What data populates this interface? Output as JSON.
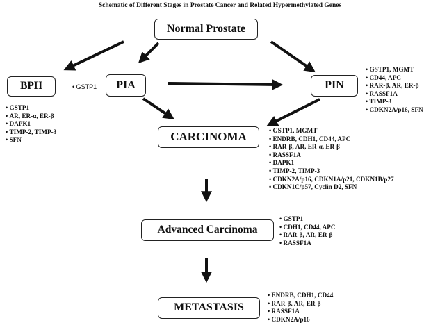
{
  "title": "Schematic of Different Stages in Prostate Cancer and Related Hypermethylated Genes",
  "nodes": {
    "normal": "Normal Prostate",
    "bph": "BPH",
    "pia": "PIA",
    "pin": "PIN",
    "carcinoma": "CARCINOMA",
    "advanced": "Advanced Carcinoma",
    "metastasis": "METASTASIS"
  },
  "pia_gene_label": "GSTP1",
  "genes": {
    "bph": [
      "GSTP1",
      "AR, ER-α, ER-β",
      "DAPK1",
      "TIMP-2, TIMP-3",
      "SFN"
    ],
    "pin": [
      "GSTP1, MGMT",
      "CD44, APC",
      "RAR-β, AR, ER-β",
      "RASSF1A",
      "TIMP-3",
      "CDKN2A/p16, SFN"
    ],
    "carcinoma": [
      "GSTP1, MGMT",
      "ENDRB, CDH1, CD44, APC",
      "RAR-β, AR, ER-α, ER-β",
      "RASSF1A",
      "DAPK1",
      "TIMP-2, TIMP-3",
      "CDKN2A/p16, CDKN1A/p21, CDKN1B/p27",
      "CDKN1C/p57, Cyclin D2, SFN"
    ],
    "advanced": [
      "GSTP1",
      "CDH1, CD44, APC",
      "RAR-β, AR, ER-β",
      "RASSF1A"
    ],
    "metastasis": [
      "ENDRB, CDH1, CD44",
      "RAR-β, AR, ER-β",
      "RASSF1A",
      "CDKN2A/p16"
    ]
  }
}
